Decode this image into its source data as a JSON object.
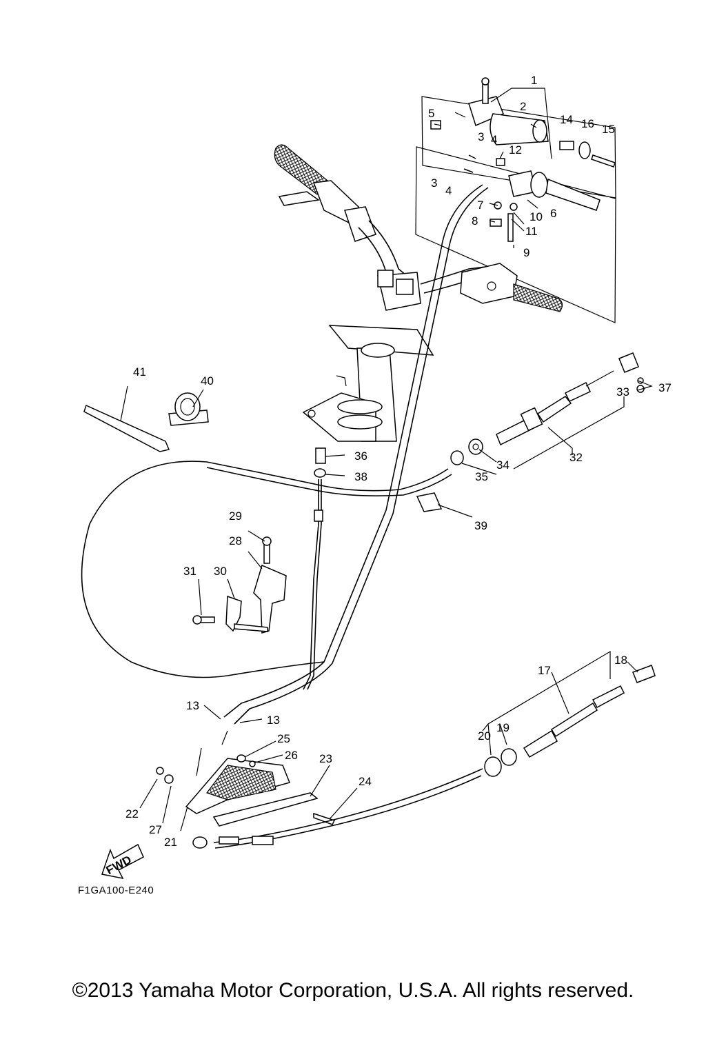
{
  "diagram_code": "F1GA100-E240",
  "copyright": "©2013 Yamaha Motor Corporation, U.S.A. All rights reserved.",
  "fwd_label": "FWD",
  "callouts": {
    "c1": "1",
    "c2": "2",
    "c3a": "3",
    "c3b": "3",
    "c4a": "4",
    "c4b": "4",
    "c5": "5",
    "c6": "6",
    "c7": "7",
    "c8": "8",
    "c9": "9",
    "c10": "10",
    "c11": "11",
    "c12": "12",
    "c13a": "13",
    "c13b": "13",
    "c14": "14",
    "c15": "15",
    "c16": "16",
    "c17": "17",
    "c18": "18",
    "c19": "19",
    "c20": "20",
    "c21": "21",
    "c22": "22",
    "c23": "23",
    "c24": "24",
    "c25": "25",
    "c26": "26",
    "c27": "27",
    "c28": "28",
    "c29": "29",
    "c30": "30",
    "c31": "31",
    "c32": "32",
    "c33": "33",
    "c34": "34",
    "c35": "35",
    "c36": "36",
    "c37": "37",
    "c38": "38",
    "c39": "39",
    "c40": "40",
    "c41": "41"
  }
}
